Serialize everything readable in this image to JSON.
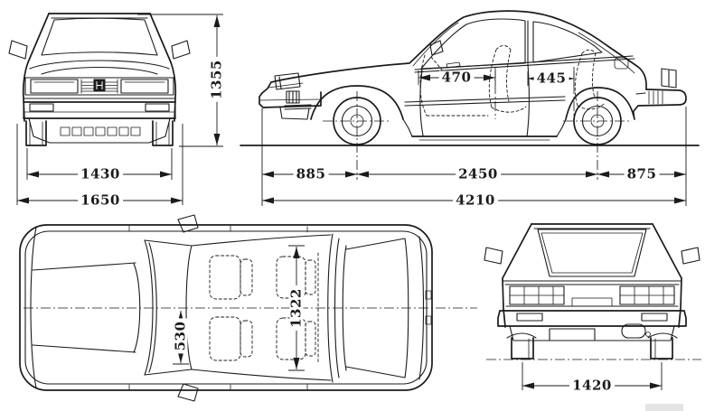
{
  "blueprint": {
    "background_color": "#ffffff",
    "line_color": "#1b1b1b",
    "views": {
      "front": {
        "overall_height": "1355",
        "front_track": "1430",
        "overall_width": "1650"
      },
      "side": {
        "front_seat_offset": "470",
        "rear_seat_offset": "445",
        "front_overhang": "885",
        "wheelbase": "2450",
        "rear_overhang": "875",
        "overall_length": "4210"
      },
      "top": {
        "seat_width": "530",
        "interior_width": "1322"
      },
      "rear": {
        "rear_track": "1420"
      }
    }
  }
}
